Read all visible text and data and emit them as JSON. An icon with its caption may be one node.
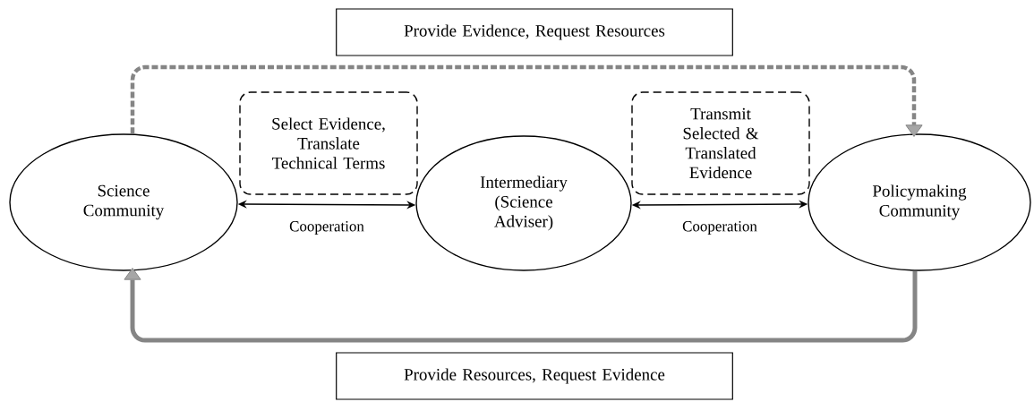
{
  "diagram": {
    "nodes": [
      {
        "text": [
          "Provide Evidence, Request Resources"
        ]
      },
      {
        "text": [
          "Select Evidence, Translate Technical Terms"
        ]
      },
      {
        "text": [
          "Transmit Selected & Translated Evidence"
        ]
      },
      {
        "text": [
          "Science Community"
        ]
      },
      {
        "text": [
          "Intermediary (Science Adviser)"
        ]
      },
      {
        "text": [
          "Policymaking Community"
        ]
      },
      {
        "text": [
          "Provide Resources, Request Evidence"
        ]
      }
    ],
    "edges": [
      {
        "from": 3,
        "to": 5,
        "arrow": "to",
        "style": "dashed",
        "color": "#a6a6a6"
      },
      {
        "from": 3,
        "to": 4,
        "arrow": "both",
        "label": "Cooperation",
        "color": "#000000"
      },
      {
        "from": 4,
        "to": 5,
        "arrow": "both",
        "label": "Cooperation",
        "color": "#000000"
      },
      {
        "from": 5,
        "to": 3,
        "arrow": "to",
        "style": "thick",
        "color": "#a6a6a6"
      }
    ]
  }
}
